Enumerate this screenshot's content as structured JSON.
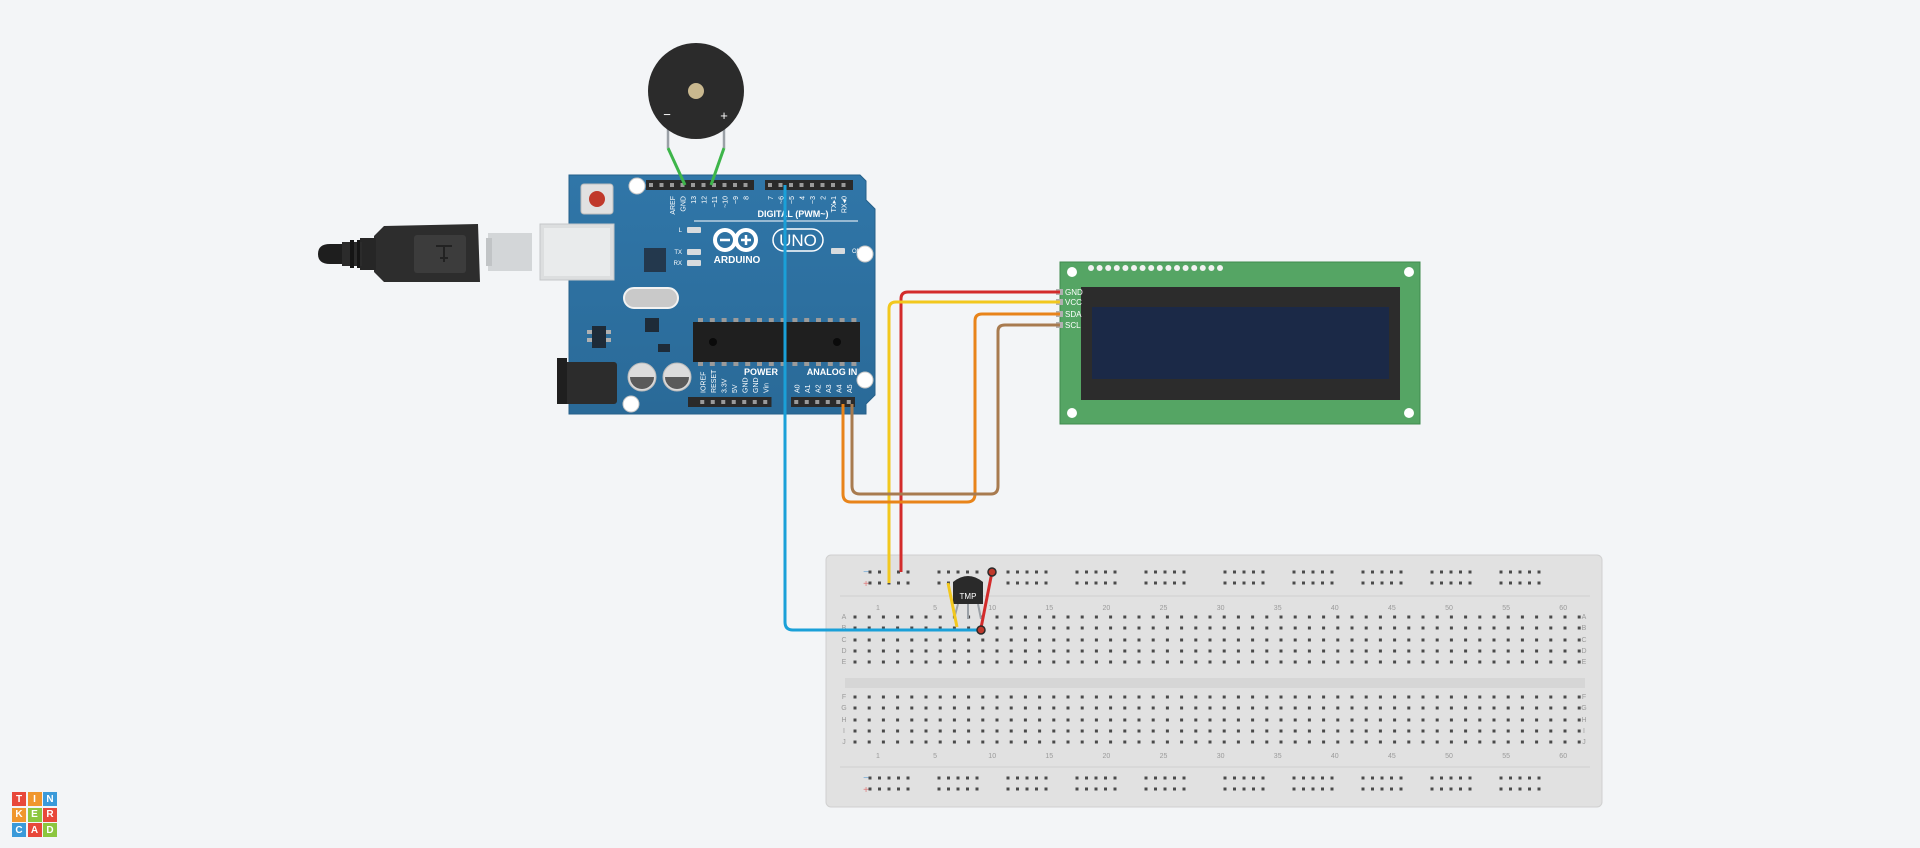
{
  "arduino": {
    "brand": "ARDUINO",
    "model": "UNO",
    "digital_label": "DIGITAL (PWM~)",
    "power_label": "POWER",
    "analog_label": "ANALOG IN",
    "on_label": "ON",
    "led_labels": [
      "L",
      "TX",
      "RX"
    ],
    "digital_pins": [
      "AREF",
      "GND",
      "13",
      "12",
      "~11",
      "~10",
      "~9",
      "8",
      "7",
      "~6",
      "~5",
      "4",
      "~3",
      "2",
      "TX▸1",
      "RX◂0"
    ],
    "power_pins": [
      "IOREF",
      "RESET",
      "3.3V",
      "5V",
      "GND",
      "GND",
      "Vin"
    ],
    "analog_pins": [
      "A0",
      "A1",
      "A2",
      "A3",
      "A4",
      "A5"
    ]
  },
  "buzzer": {
    "minus": "−",
    "plus": "+"
  },
  "lcd": {
    "pins": [
      "GND",
      "VCC",
      "SDA",
      "SCL"
    ]
  },
  "sensor": {
    "label": "TMP"
  },
  "breadboard": {
    "row_letters_top": [
      "A",
      "B",
      "C",
      "D",
      "E"
    ],
    "row_letters_bottom": [
      "F",
      "G",
      "H",
      "I",
      "J"
    ],
    "column_numbers": [
      "1",
      "5",
      "10",
      "15",
      "20",
      "25",
      "30",
      "35",
      "40",
      "45",
      "50",
      "55",
      "60"
    ],
    "rail_minus": "−",
    "rail_plus": "+"
  },
  "logo": {
    "letters": [
      "T",
      "I",
      "N",
      "K",
      "E",
      "R",
      "C",
      "A",
      "D"
    ],
    "colors": [
      "#e8483a",
      "#f0962d",
      "#3a9ad9",
      "#f0962d",
      "#8cc63f",
      "#e8483a",
      "#3a9ad9",
      "#e8483a",
      "#8cc63f"
    ]
  },
  "wire_colors": {
    "green": "#3db54a",
    "blue": "#1aa0d8",
    "red": "#d32b2b",
    "yellow": "#f2c81e",
    "orange": "#e8841a",
    "brown": "#a87b4f"
  }
}
